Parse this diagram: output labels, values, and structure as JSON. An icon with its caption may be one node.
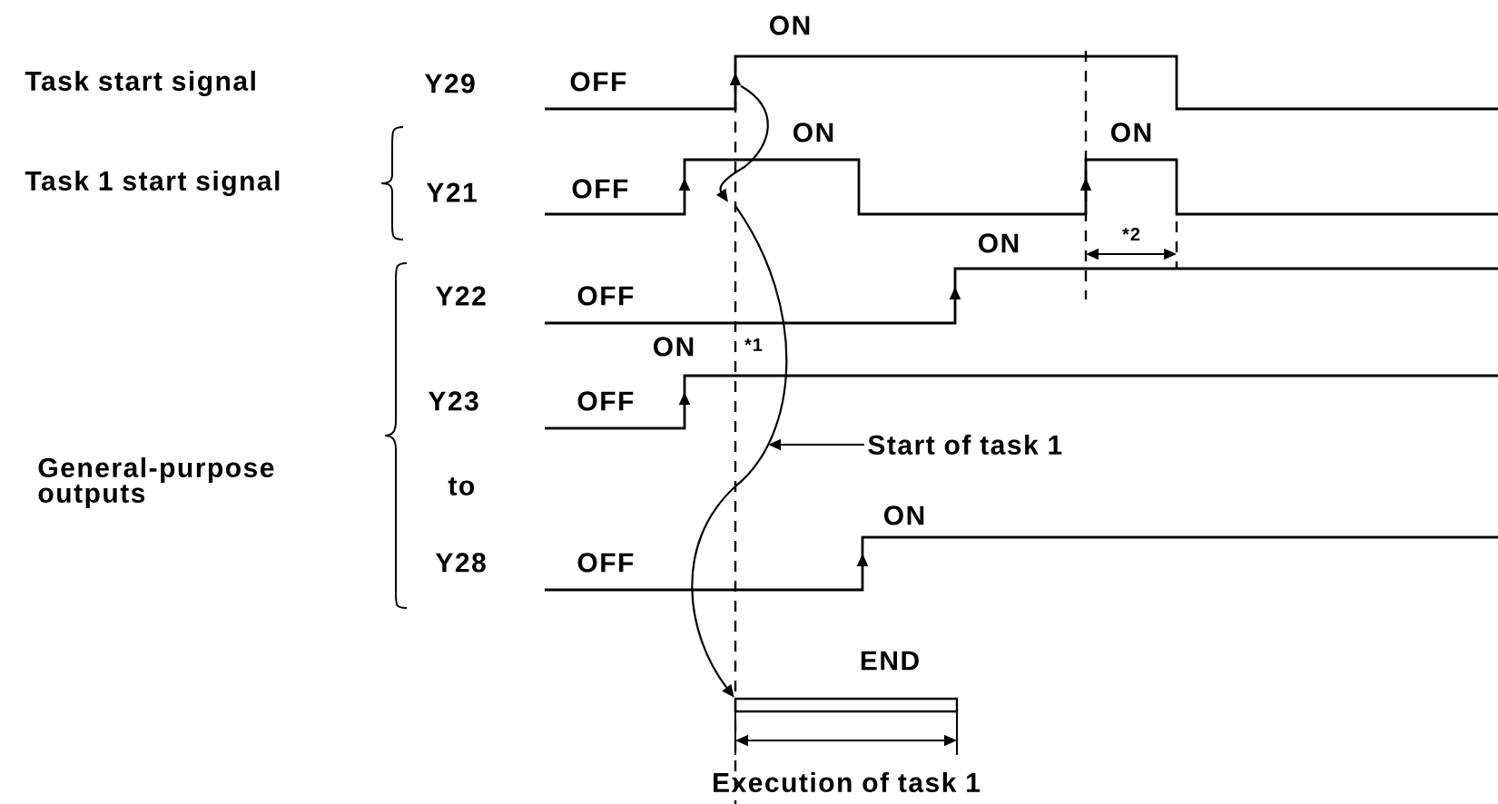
{
  "diagram": {
    "nodes": [
      {
        "text": [
          "Start of task 1"
        ]
      },
      {
        "text": [],
        "shape": "bar",
        "beside": [
          "END",
          "Execution of task 1"
        ]
      },
      {
        "text": [],
        "shape": "line"
      },
      {
        "text": [],
        "shape": "line"
      }
    ],
    "edges": [
      {
        "from": 0,
        "to": null,
        "arrow": "to"
      },
      {
        "from": 3,
        "to": 1,
        "arrow": "to"
      },
      {
        "from": 2,
        "to": 3,
        "arrow": "to"
      }
    ],
    "labels": [
      "ON",
      "Task start signal",
      "Y29",
      "OFF",
      "ON",
      "ON",
      "Task 1 start signal",
      "Y21",
      "OFF",
      "ON",
      "*2",
      "Y22",
      "OFF",
      "ON",
      "*1",
      "Y23",
      "OFF",
      "General-purpose outputs",
      "to",
      "ON",
      "Y28",
      "OFF"
    ]
  }
}
